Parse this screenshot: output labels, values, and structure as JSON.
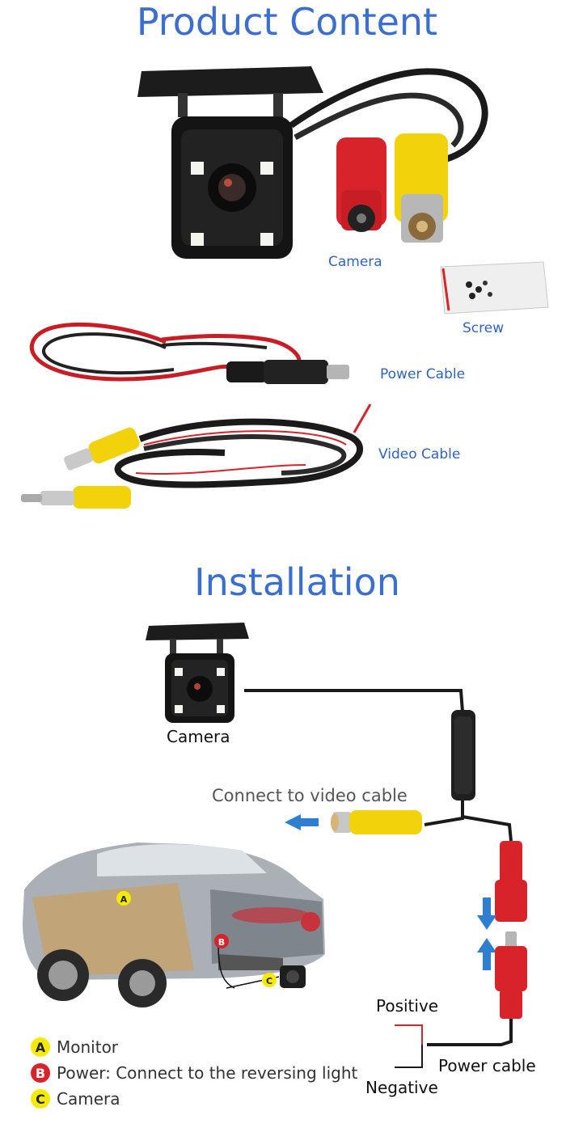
{
  "product": {
    "title": "Product Content",
    "labels": {
      "camera": "Camera",
      "screw": "Screw",
      "power_cable": "Power Cable",
      "video_cable": "Video Cable"
    }
  },
  "installation": {
    "title": "Installation",
    "camera_label": "Camera",
    "connect_label": "Connect  to video cable",
    "positive_label": "Positive",
    "negative_label": "Negative",
    "power_cable_label": "Power cable",
    "car_markers": [
      "A",
      "B",
      "C"
    ],
    "legend": [
      {
        "letter": "A",
        "text": "Monitor",
        "color": "#f6ea00"
      },
      {
        "letter": "B",
        "text": "Power: Connect to the reversing light",
        "color": "#d8232a"
      },
      {
        "letter": "C",
        "text": "Camera",
        "color": "#f6ea00"
      }
    ]
  },
  "colors": {
    "heading_blue": "#3a6fd0",
    "label_blue": "#2f63c4",
    "rca_yellow": "#f2d20a",
    "dc_red": "#d8232a",
    "arrow_blue": "#2f7fd0"
  }
}
